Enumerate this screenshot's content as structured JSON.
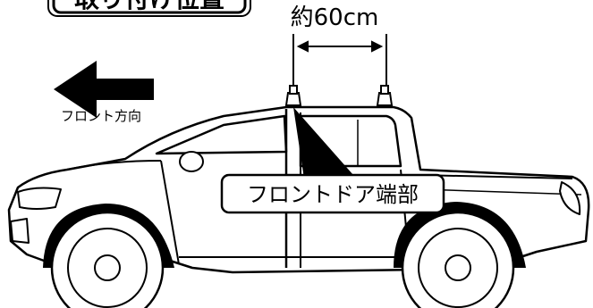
{
  "labels": {
    "top_box_partial": "取り付け位置",
    "distance": "約60cm",
    "direction": "フロント方向",
    "callout": "フロントドア端部"
  },
  "colors": {
    "ink": "#000000",
    "paper": "#ffffff"
  },
  "icons": {
    "direction_arrow": "left-arrow-icon"
  }
}
